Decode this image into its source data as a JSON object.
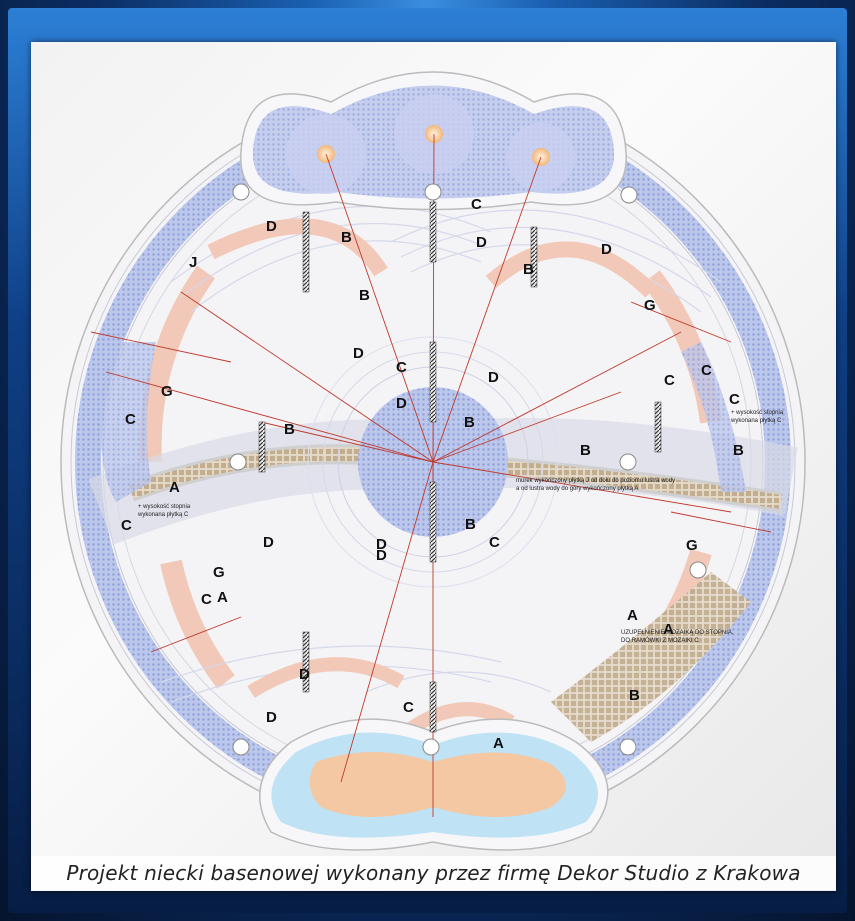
{
  "caption": "Projekt niecki basenowej wykonany przez firmę Dekor Studio z Krakowa",
  "notes": {
    "right_top": [
      "+ wysokość stopnia",
      "wykonana płytką C"
    ],
    "left_mid": [
      "+ wysokość stopnia",
      "wykonana płytką C"
    ],
    "center_right": [
      "murek wykończony płytką J od dołu do poziomu lustra wody",
      "a od lustra wody do góry wykończony płytką A"
    ],
    "mosaic": [
      "UZUPEŁNIENIE MOZAIKĄ DO STOPNIA,",
      "DO RAMÓWKI Z MOZAIKI C"
    ]
  },
  "zone_labels": [
    "C",
    "D",
    "B",
    "D",
    "B",
    "J",
    "B",
    "D",
    "G",
    "D",
    "C",
    "D",
    "D",
    "B",
    "C",
    "C",
    "G",
    "C",
    "B",
    "C",
    "B",
    "B",
    "A",
    "C",
    "D",
    "D",
    "D",
    "B",
    "C",
    "G",
    "G",
    "C",
    "A",
    "A",
    "A",
    "B",
    "D",
    "D",
    "C",
    "A"
  ],
  "colors": {
    "mosaic_blue": "#b9c5ec",
    "salmon": "#f2c9b8",
    "pool_blue": "#a9d8f2",
    "shallow": "#f3c8a3",
    "brown_mosaic": "#c9b59a",
    "measure_red": "#c0392b"
  }
}
